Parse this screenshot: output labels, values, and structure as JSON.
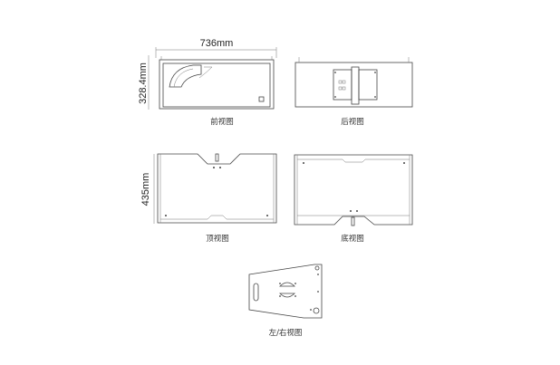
{
  "dimensions": {
    "width": "736mm",
    "front_height": "328.4mm",
    "top_depth": "435mm"
  },
  "views": {
    "front": "前视图",
    "rear": "后视图",
    "top": "顶视图",
    "bottom": "底视图",
    "side": "左/右视图"
  }
}
